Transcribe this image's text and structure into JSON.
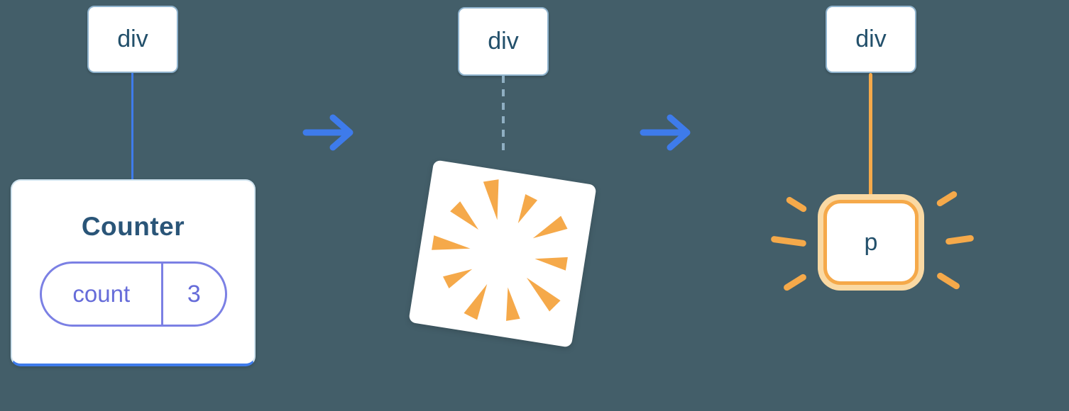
{
  "colors": {
    "background": "#435E69",
    "accent_blue": "#3E7BEB",
    "node_border": "#8FB3CD",
    "node_text": "#23506B",
    "title_text": "#2A5578",
    "card_border": "#CFE2EE",
    "purple": "#666CD9",
    "purple_border": "#7B80E4",
    "dashed_line": "#8FAFC2",
    "orange": "#F5A94A",
    "orange_light": "#FAD9A3"
  },
  "icons": {
    "arrow": "arrow-right",
    "poof": "poof-burst",
    "sparkle": "sparkle-dash"
  },
  "panels": {
    "before": {
      "dom_node": "div",
      "component": {
        "name": "Counter",
        "state": {
          "key": "count",
          "value": "3"
        }
      }
    },
    "during": {
      "dom_node": "div"
    },
    "after": {
      "dom_node": "div",
      "new_node": "p"
    }
  }
}
